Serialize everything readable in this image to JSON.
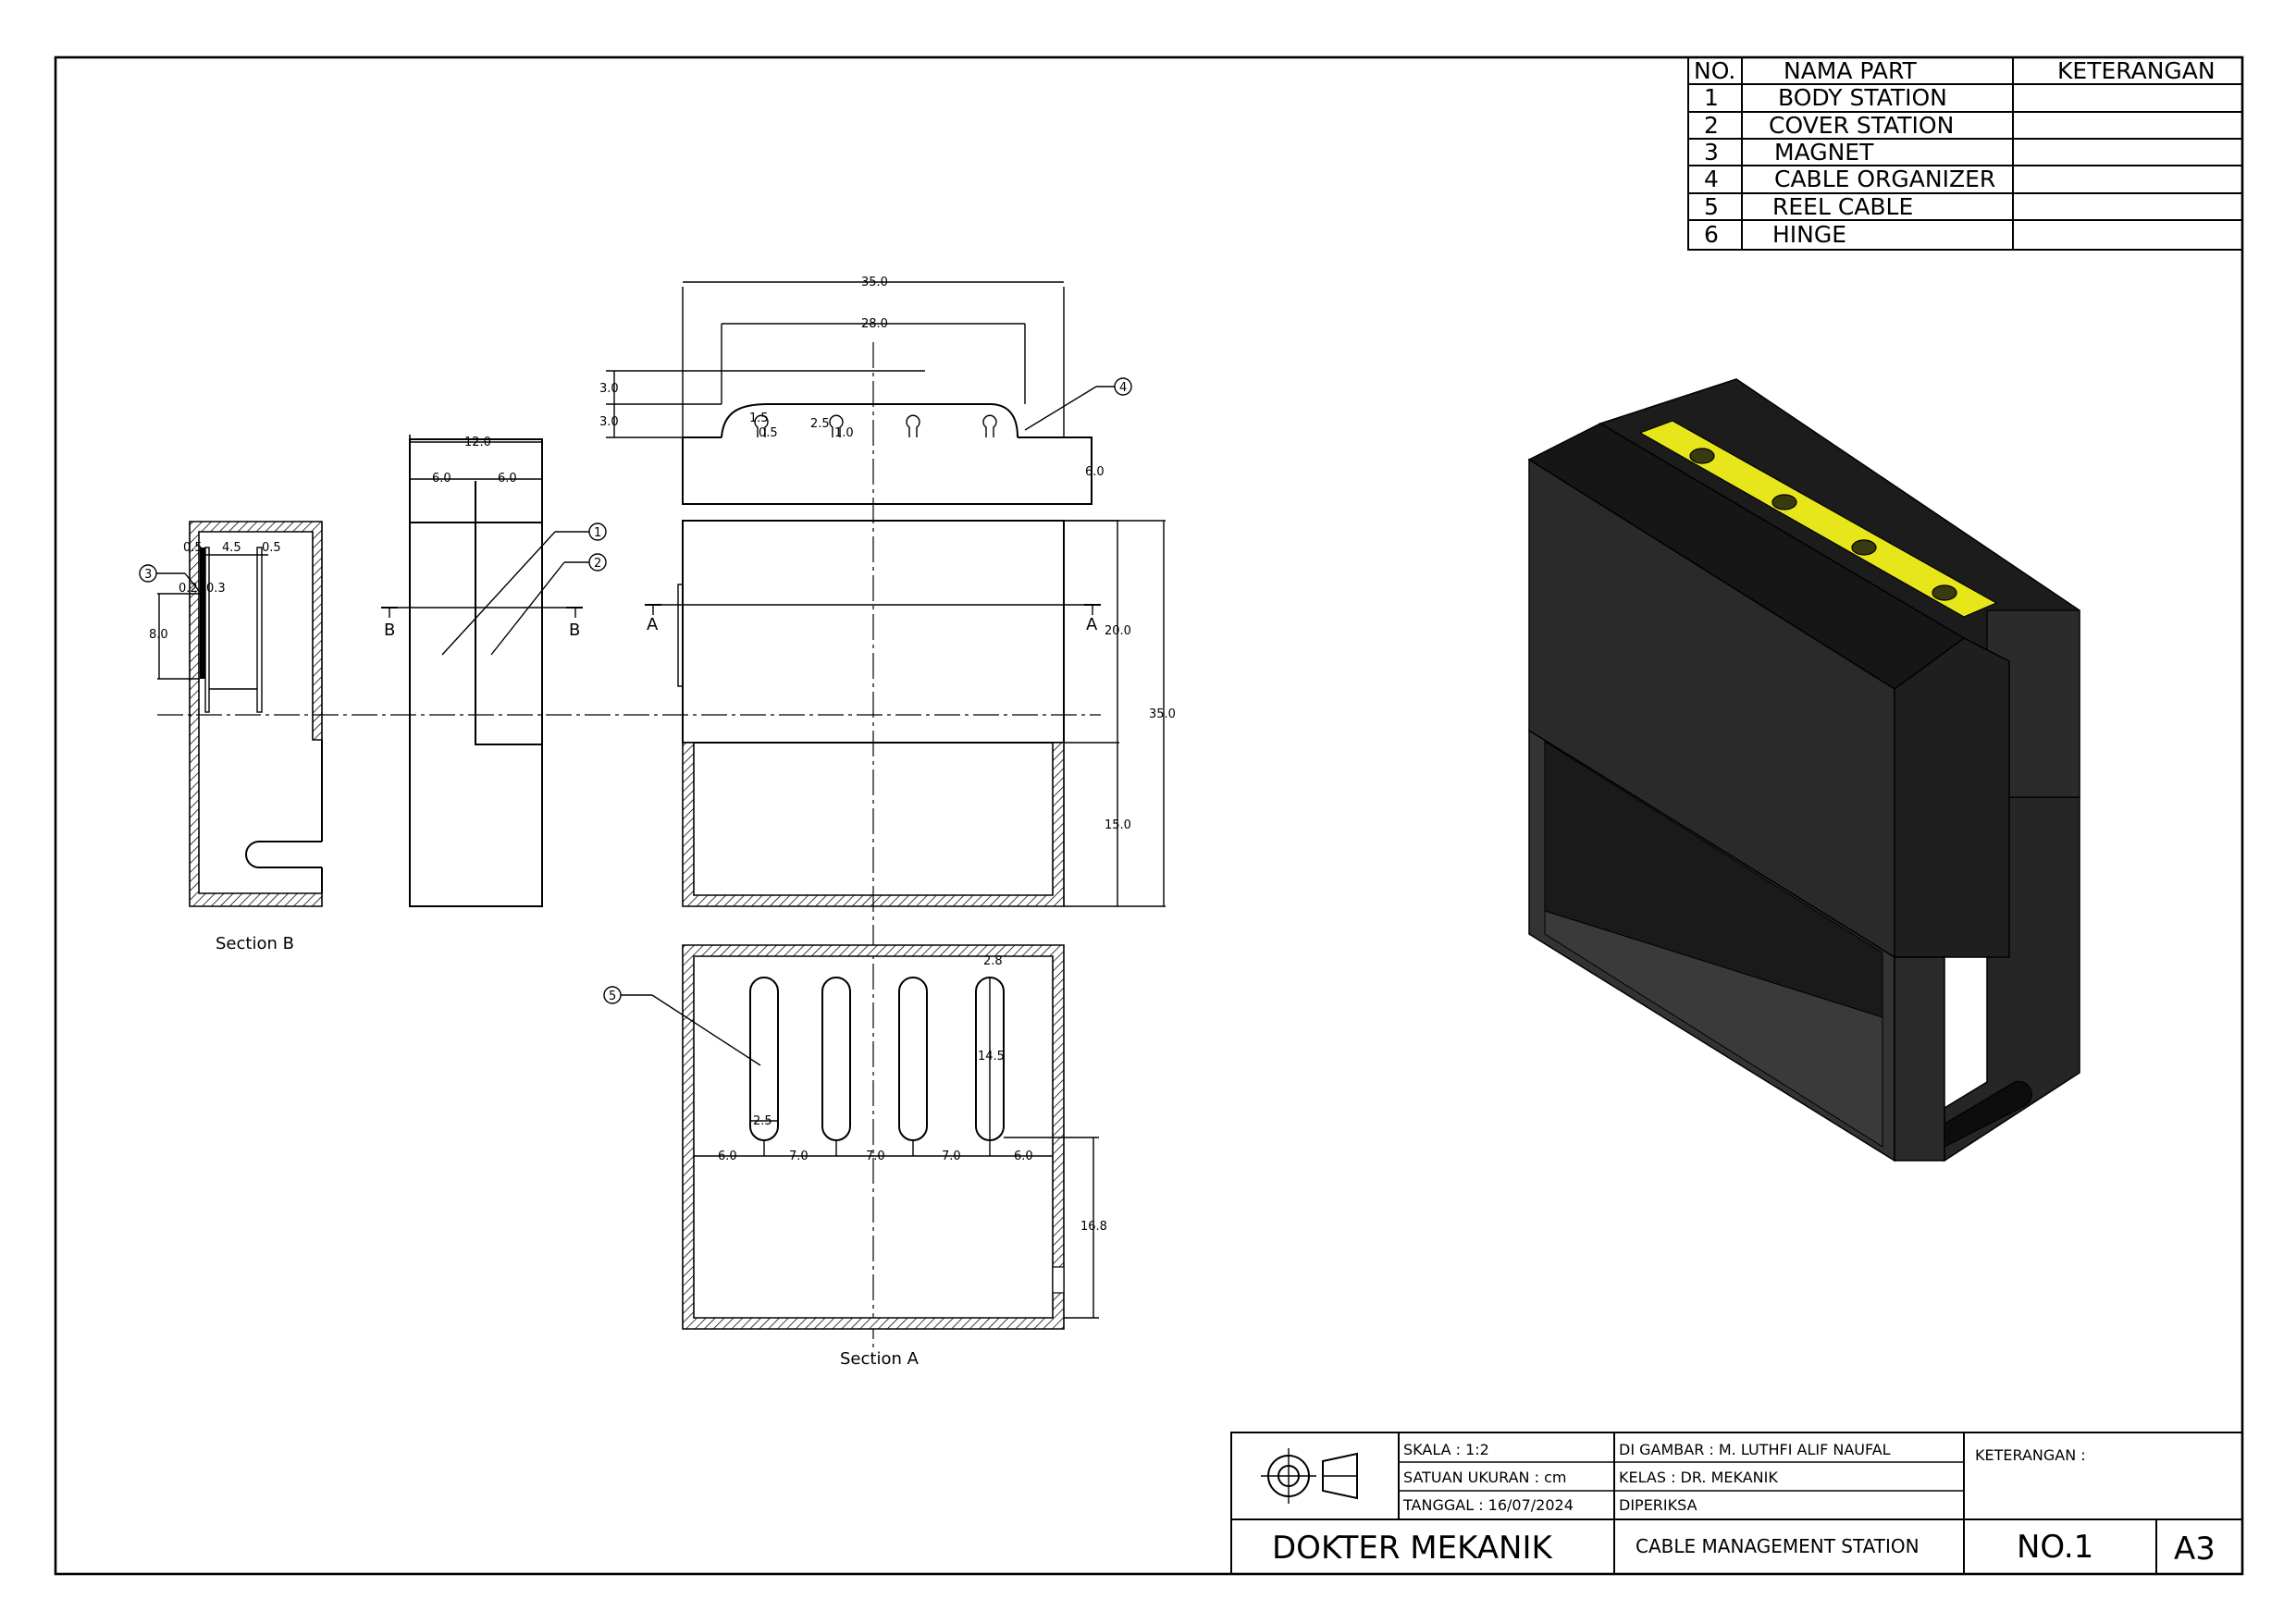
{
  "bom": {
    "headers": [
      "NO.",
      "NAMA PART",
      "KETERANGAN"
    ],
    "rows": [
      {
        "no": "1",
        "name": "BODY  STATION",
        "note": ""
      },
      {
        "no": "2",
        "name": "COVER  STATION",
        "note": ""
      },
      {
        "no": "3",
        "name": "MAGNET",
        "note": ""
      },
      {
        "no": "4",
        "name": "CABLE  ORGANIZER",
        "note": ""
      },
      {
        "no": "5",
        "name": "REEL  CABLE",
        "note": ""
      },
      {
        "no": "6",
        "name": "HINGE",
        "note": ""
      }
    ]
  },
  "drawing": {
    "section_b_label": "Section B",
    "section_a_label": "Section A",
    "cut_labels": {
      "b_left": "B",
      "b_right": "B",
      "a_left": "A",
      "a_right": "A"
    },
    "balloons": [
      "1",
      "2",
      "3",
      "4",
      "5"
    ],
    "dims_top": {
      "overall": "35.0",
      "inner": "28.0",
      "h1": "3.0",
      "h2": "3.0",
      "d1": "1.5",
      "d2": "0.5",
      "d3": "2.5",
      "d4": "1.0",
      "side": "6.0"
    },
    "dims_side": {
      "overall": "12.0",
      "left": "6.0",
      "right": "6.0"
    },
    "dims_front": {
      "upper": "20.0",
      "total": "35.0",
      "lower": "15.0"
    },
    "dims_secb": {
      "a": "0.5",
      "b": "4.5",
      "c": "0.5",
      "d": "0.2",
      "e": "0.3",
      "h": "8.0"
    },
    "dims_seca": {
      "top": "2.8",
      "length": "14.5",
      "width": "2.5",
      "s1": "6.0",
      "s2": "7.0",
      "s3": "7.0",
      "s4": "7.0",
      "s5": "6.0",
      "right": "16.8"
    }
  },
  "title_block": {
    "skala": "SKALA       :    1:2",
    "satuan": "SATUAN  UKURAN  :  cm",
    "tanggal": "TANGGAL   :  16/07/2024",
    "digambar": "DI  GAMBAR       :  M.  LUTHFI  ALIF  NAUFAL",
    "kelas": "KELAS       :  DR.  MEKANIK",
    "diperiksa": "DIPERIKSA",
    "keterangan": "KETERANGAN  :",
    "company": "DOKTER  MEKANIK",
    "title": "CABLE  MANAGEMENT  STATION",
    "number": "NO.1",
    "size": "A3"
  },
  "render": {
    "body_color": "#2a2a2a",
    "top_color": "#1e1e1e",
    "side_color": "#333333",
    "organizer_color": "#e6e61a",
    "icon": "projection-symbol-icon"
  }
}
